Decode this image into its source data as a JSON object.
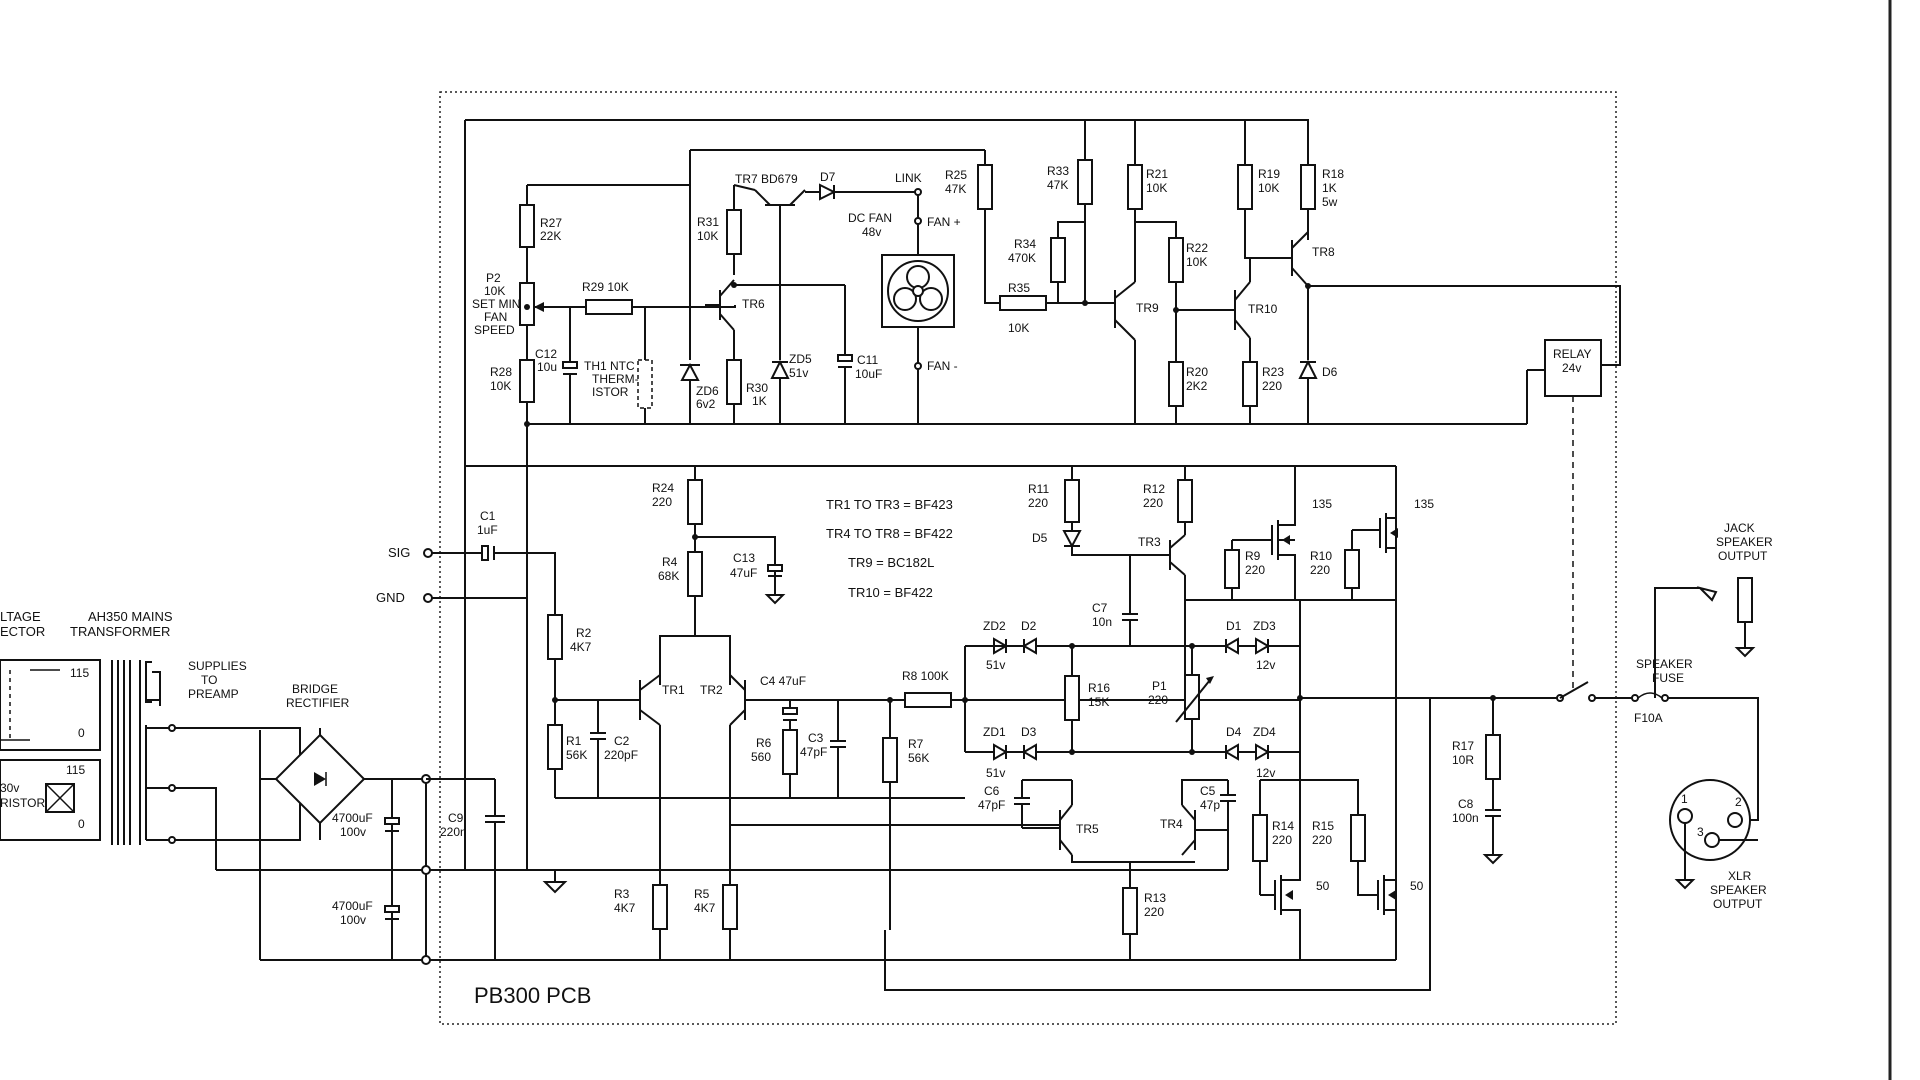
{
  "board": {
    "title": "PB300 PCB"
  },
  "left": {
    "voltage_selector": [
      "LTAGE",
      "ECTOR"
    ],
    "transformer": [
      "AH350 MAINS",
      "TRANSFORMER"
    ],
    "taps": [
      "115",
      "0",
      "115",
      "0"
    ],
    "varistor": [
      "30v",
      "RISTOR"
    ],
    "supplies": [
      "SUPPLIES",
      "TO",
      "PREAMP"
    ],
    "bridge": [
      "BRIDGE",
      "RECTIFIER"
    ],
    "caps": [
      [
        "4700uF",
        "100v"
      ],
      [
        "4700uF",
        "100v"
      ]
    ],
    "c9": [
      "C9",
      "220n"
    ]
  },
  "inputs": {
    "sig": "SIG",
    "gnd": "GND",
    "c1": [
      "C1",
      "1uF"
    ]
  },
  "fan_section": {
    "r27": [
      "R27",
      "22K"
    ],
    "p2": [
      "P2",
      "10K",
      "SET MIN",
      "FAN",
      "SPEED"
    ],
    "r28": [
      "R28",
      "10K"
    ],
    "c12": [
      "C12",
      "10u"
    ],
    "r29": "R29 10K",
    "th1": [
      "TH1 NTC",
      "THERM-",
      "ISTOR"
    ],
    "r31": [
      "R31",
      "10K"
    ],
    "tr6": "TR6",
    "tr7": "TR7 BD679",
    "d7": "D7",
    "zd6": [
      "ZD6",
      "6v2"
    ],
    "r30": [
      "R30",
      "1K"
    ],
    "zd5": [
      "ZD5",
      "51v"
    ],
    "c11": [
      "C11",
      "10uF"
    ],
    "link": "LINK",
    "dc_fan": [
      "DC FAN",
      "48v"
    ],
    "fan_plus": "FAN +",
    "fan_minus": "FAN -",
    "r25": [
      "R25",
      "47K"
    ],
    "r35": [
      "R35",
      "10K"
    ],
    "r34": [
      "R34",
      "470K"
    ],
    "r33": [
      "R33",
      "47K"
    ],
    "r21": [
      "R21",
      "10K"
    ],
    "r22": [
      "R22",
      "10K"
    ],
    "tr9": "TR9",
    "r20": [
      "R20",
      "2K2"
    ],
    "r19": [
      "R19",
      "10K"
    ],
    "r18": [
      "R18",
      "1K",
      "5w"
    ],
    "tr8": "TR8",
    "tr10": "TR10",
    "r23": [
      "R23",
      "220"
    ],
    "d6": "D6",
    "relay": [
      "RELAY",
      "24v"
    ]
  },
  "notes": [
    "TR1 TO TR3 = BF423",
    "TR4 TO TR8 = BF422",
    "TR9 = BC182L",
    "TR10 = BF422"
  ],
  "amp_section": {
    "r24": [
      "R24",
      "220"
    ],
    "r4": [
      "R4",
      "68K"
    ],
    "c13": [
      "C13",
      "47uF"
    ],
    "r2": [
      "R2",
      "4K7"
    ],
    "r1": [
      "R1",
      "56K"
    ],
    "c2": [
      "C2",
      "220pF"
    ],
    "tr1": "TR1",
    "tr2": "TR2",
    "c4": "C4 47uF",
    "r6": [
      "R6",
      "560"
    ],
    "c3": [
      "C3",
      "47pF"
    ],
    "r8": "R8 100K",
    "r7": [
      "R7",
      "56K"
    ],
    "r3": [
      "R3",
      "4K7"
    ],
    "r5": [
      "R5",
      "4K7"
    ],
    "r11": [
      "R11",
      "220"
    ],
    "d5": "D5",
    "r12": [
      "R12",
      "220"
    ],
    "tr3": "TR3",
    "c7": [
      "C7",
      "10n"
    ],
    "zd2": [
      "ZD2",
      "51v"
    ],
    "d2": "D2",
    "zd1": [
      "ZD1",
      "51v"
    ],
    "d3": "D3",
    "r16": [
      "R16",
      "15K"
    ],
    "p1": [
      "P1",
      "220"
    ],
    "d1": "D1",
    "zd3": [
      "ZD3",
      "12v"
    ],
    "d4": "D4",
    "zd4": [
      "ZD4",
      "12v"
    ],
    "r9": [
      "R9",
      "220"
    ],
    "r10": [
      "R10",
      "220"
    ],
    "q135a": "135",
    "q135b": "135",
    "c6": [
      "C6",
      "47pF"
    ],
    "tr5": "TR5",
    "tr4": "TR4",
    "c5": [
      "C5",
      "47p"
    ],
    "r14": [
      "R14",
      "220"
    ],
    "r15": [
      "R15",
      "220"
    ],
    "q50a": "50",
    "q50b": "50",
    "r13": [
      "R13",
      "220"
    ],
    "r17": [
      "R17",
      "10R"
    ],
    "c8": [
      "C8",
      "100n"
    ]
  },
  "outputs": {
    "jack": [
      "JACK",
      "SPEAKER",
      "OUTPUT"
    ],
    "fuse": [
      "SPEAKER",
      "FUSE"
    ],
    "f10a": "F10A",
    "xlr": [
      "XLR",
      "SPEAKER",
      "OUTPUT"
    ],
    "pins": [
      "1",
      "2",
      "3"
    ]
  }
}
